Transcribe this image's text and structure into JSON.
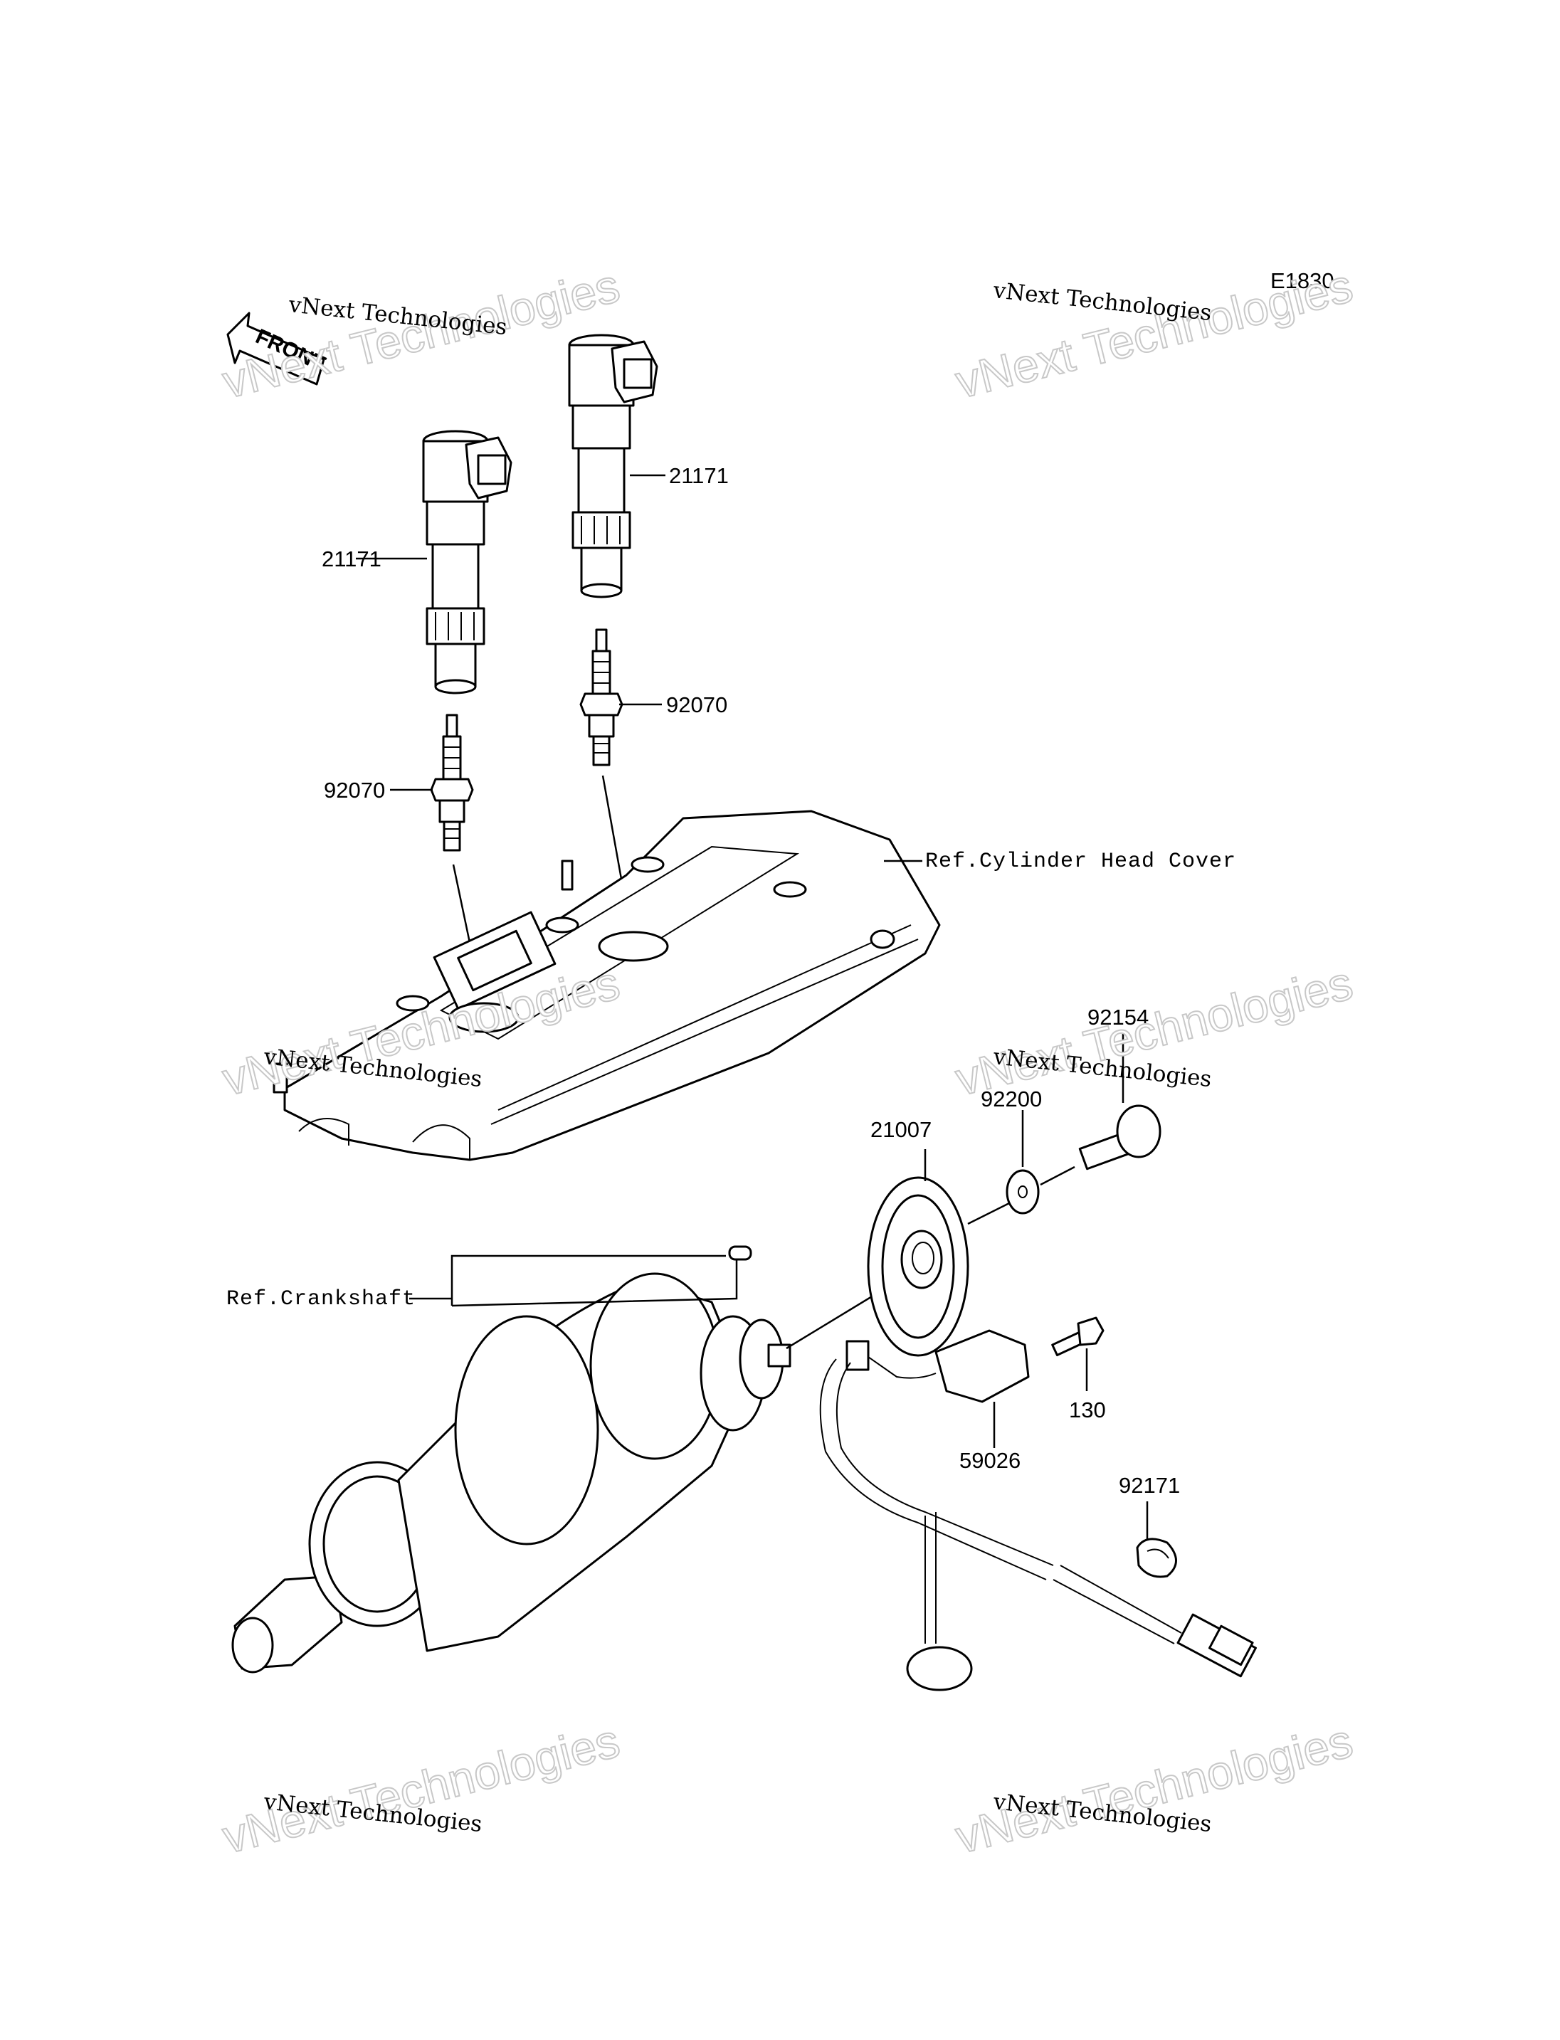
{
  "diagram_code": "E1830",
  "front_arrow_label": "FRONT",
  "callouts": {
    "ignition_coil_left": "21171",
    "ignition_coil_right": "21171",
    "spark_plug_left": "92070",
    "spark_plug_right": "92070",
    "rotor_plate": "21007",
    "washer": "92200",
    "bolt_flanged": "92154",
    "pickup_coil": "59026",
    "bolt_small": "130",
    "clamp": "92171"
  },
  "references": {
    "cylinder_head_cover": "Ref.Cylinder Head Cover",
    "crankshaft": "Ref.Crankshaft"
  },
  "watermark": {
    "line1": "vNext Technologies",
    "line2": "vNext Technologies"
  }
}
